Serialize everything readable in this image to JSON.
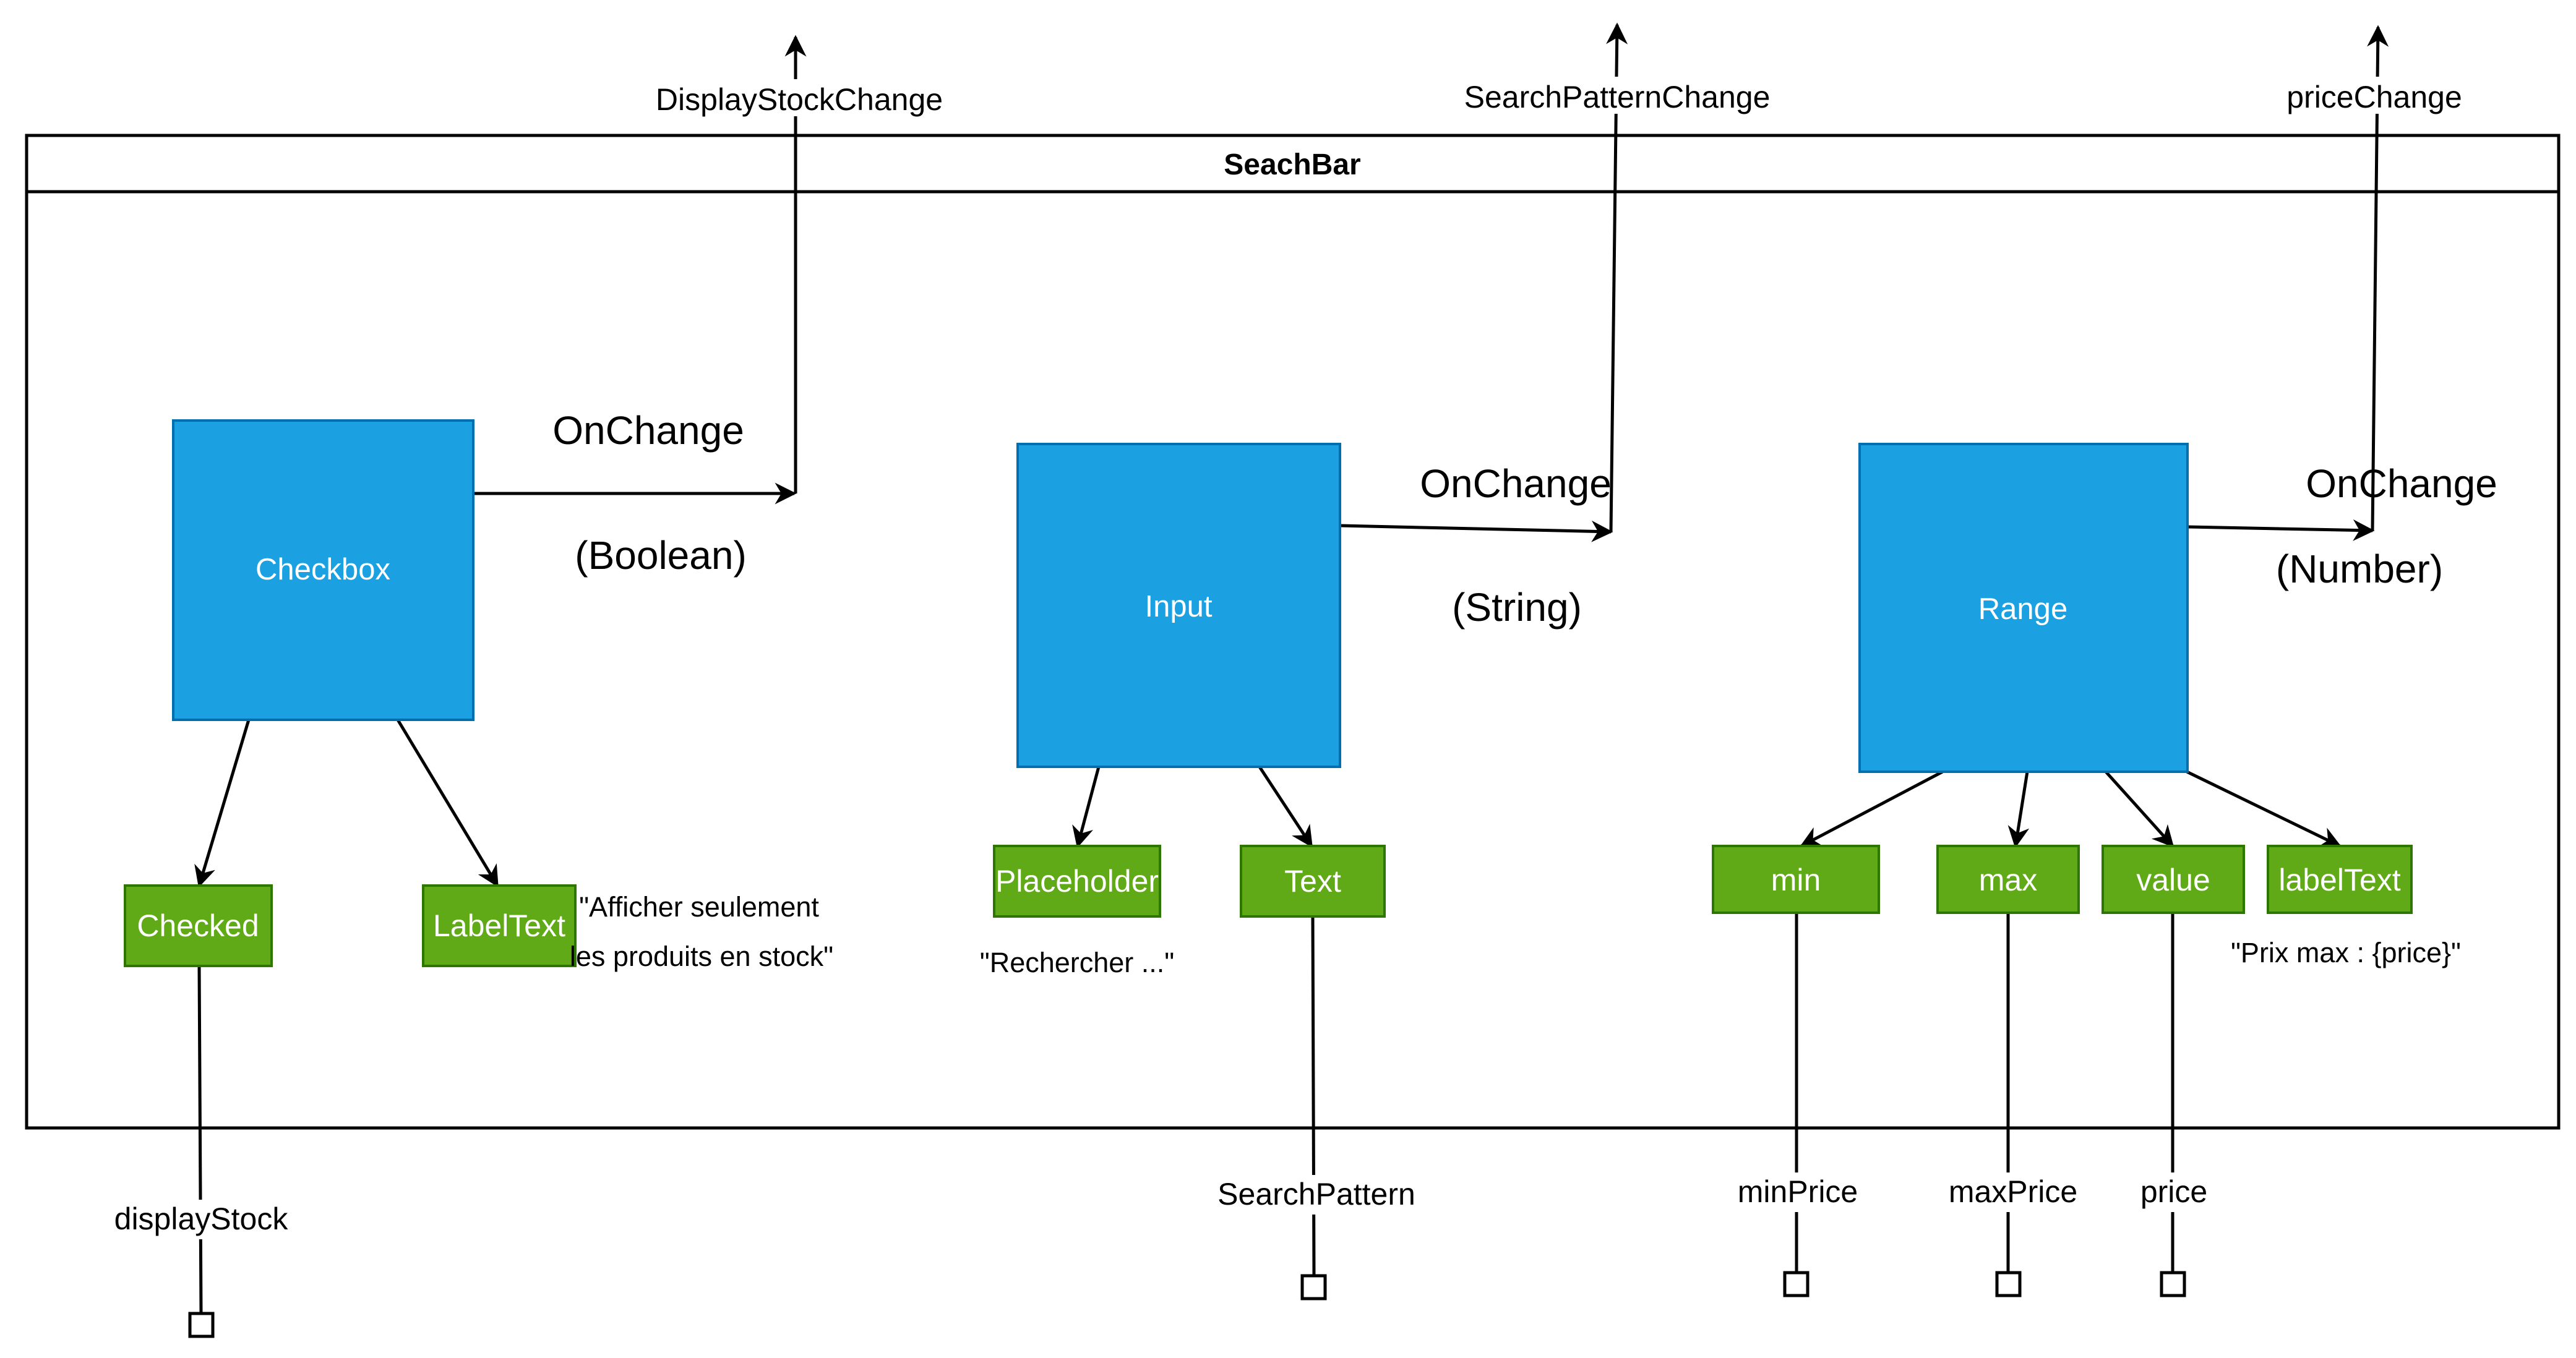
{
  "container": {
    "title": "SeachBar"
  },
  "components": {
    "checkbox": {
      "label": "Checkbox"
    },
    "input": {
      "label": "Input"
    },
    "range": {
      "label": "Range"
    }
  },
  "props": {
    "checked": "Checked",
    "label_text_cb": "LabelText",
    "placeholder": "Placeholder",
    "text": "Text",
    "min": "min",
    "max": "max",
    "value": "value",
    "label_text_range": "labelText"
  },
  "events": {
    "checkbox": {
      "name": "OnChange",
      "type": "(Boolean)",
      "output": "DisplayStockChange"
    },
    "input": {
      "name": "OnChange",
      "type": "(String)",
      "output": "SearchPatternChange"
    },
    "range": {
      "name": "OnChange",
      "type": "(Number)",
      "output": "priceChange"
    }
  },
  "values": {
    "label_text_cb_line1": "\"Afficher seulement",
    "label_text_cb_line2": "les produits en stock\"",
    "placeholder": "\"Rechercher ...\"",
    "label_text_range": "\"Prix max : {price}\""
  },
  "inputs": {
    "display_stock": "displayStock",
    "search_pattern": "SearchPattern",
    "min_price": "minPrice",
    "max_price": "maxPrice",
    "price": "price"
  }
}
